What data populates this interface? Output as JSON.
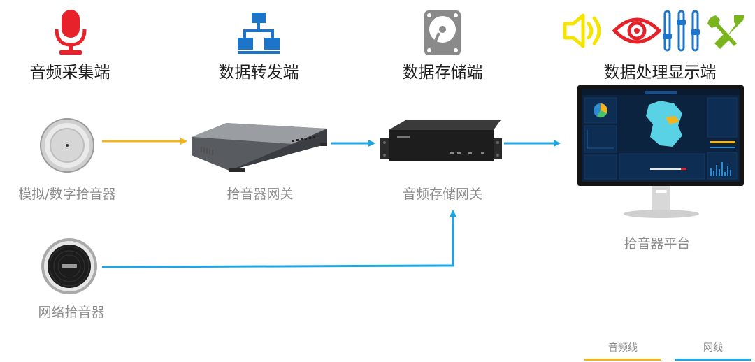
{
  "stages": [
    {
      "key": "capture",
      "title": "音频采集端",
      "icon": "microphone-icon"
    },
    {
      "key": "forward",
      "title": "数据转发端",
      "icon": "network-tree-icon"
    },
    {
      "key": "storage",
      "title": "数据存储端",
      "icon": "hard-disk-icon"
    },
    {
      "key": "display",
      "title": "数据处理显示端",
      "icons": [
        "speaker-icon",
        "eye-icon",
        "equalizer-icon",
        "tools-icon"
      ]
    }
  ],
  "devices": {
    "analog_pickup": "模拟/数字拾音器",
    "gateway": "拾音器网关",
    "storage_gateway": "音频存储网关",
    "network_pickup": "网络拾音器",
    "platform": "拾音器平台"
  },
  "legend": {
    "audio_line": "音频线",
    "network_line": "网线"
  },
  "colors": {
    "audio_line": "#f2b51d",
    "network_line": "#1ba6e4",
    "mic_red": "#e8222a",
    "tree_blue": "#1c75c8",
    "disk_gray": "#8a8a8a",
    "speaker_yellow": "#f5e400",
    "eye_red": "#e4222a",
    "eq_blue": "#1c75c8",
    "tools_green": "#7ab51d"
  }
}
